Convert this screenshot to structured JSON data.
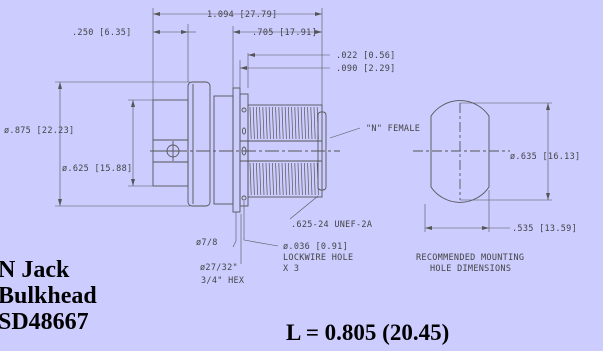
{
  "title_lines": [
    "N Jack",
    "Bulkhead",
    "SD48667"
  ],
  "length_label": "L = 0.805 (20.45)",
  "dimensions": {
    "overall_length": "1.094 [27.79]",
    "flange_offset": ".250 [6.35]",
    "thread_start": ".705 [17.91]",
    "washer_thk": ".022 [0.56]",
    "gap": ".090 [2.29]",
    "flange_dia": "ø.875 [22.23]",
    "body_dia": "ø.625 [15.88]",
    "connector_type": "\"N\" FEMALE",
    "mount_dia": "ø.635 [16.13]",
    "thread": ".625-24 UNEF-2A",
    "flat": ".535 [13.59]",
    "nut_dia": "ø7/8",
    "hole_dia": "ø.036 [0.91]",
    "lockwire_label": "LOCKWIRE HOLE",
    "lockwire_qty": "X 3",
    "hex_dia": "ø27/32\"",
    "hex_size": "3/4\" HEX",
    "mount_caption_1": "RECOMMENDED MOUNTING",
    "mount_caption_2": "HOLE DIMENSIONS"
  },
  "colors": {
    "background": "#ccccff",
    "line": "#555555",
    "text": "#000000"
  }
}
